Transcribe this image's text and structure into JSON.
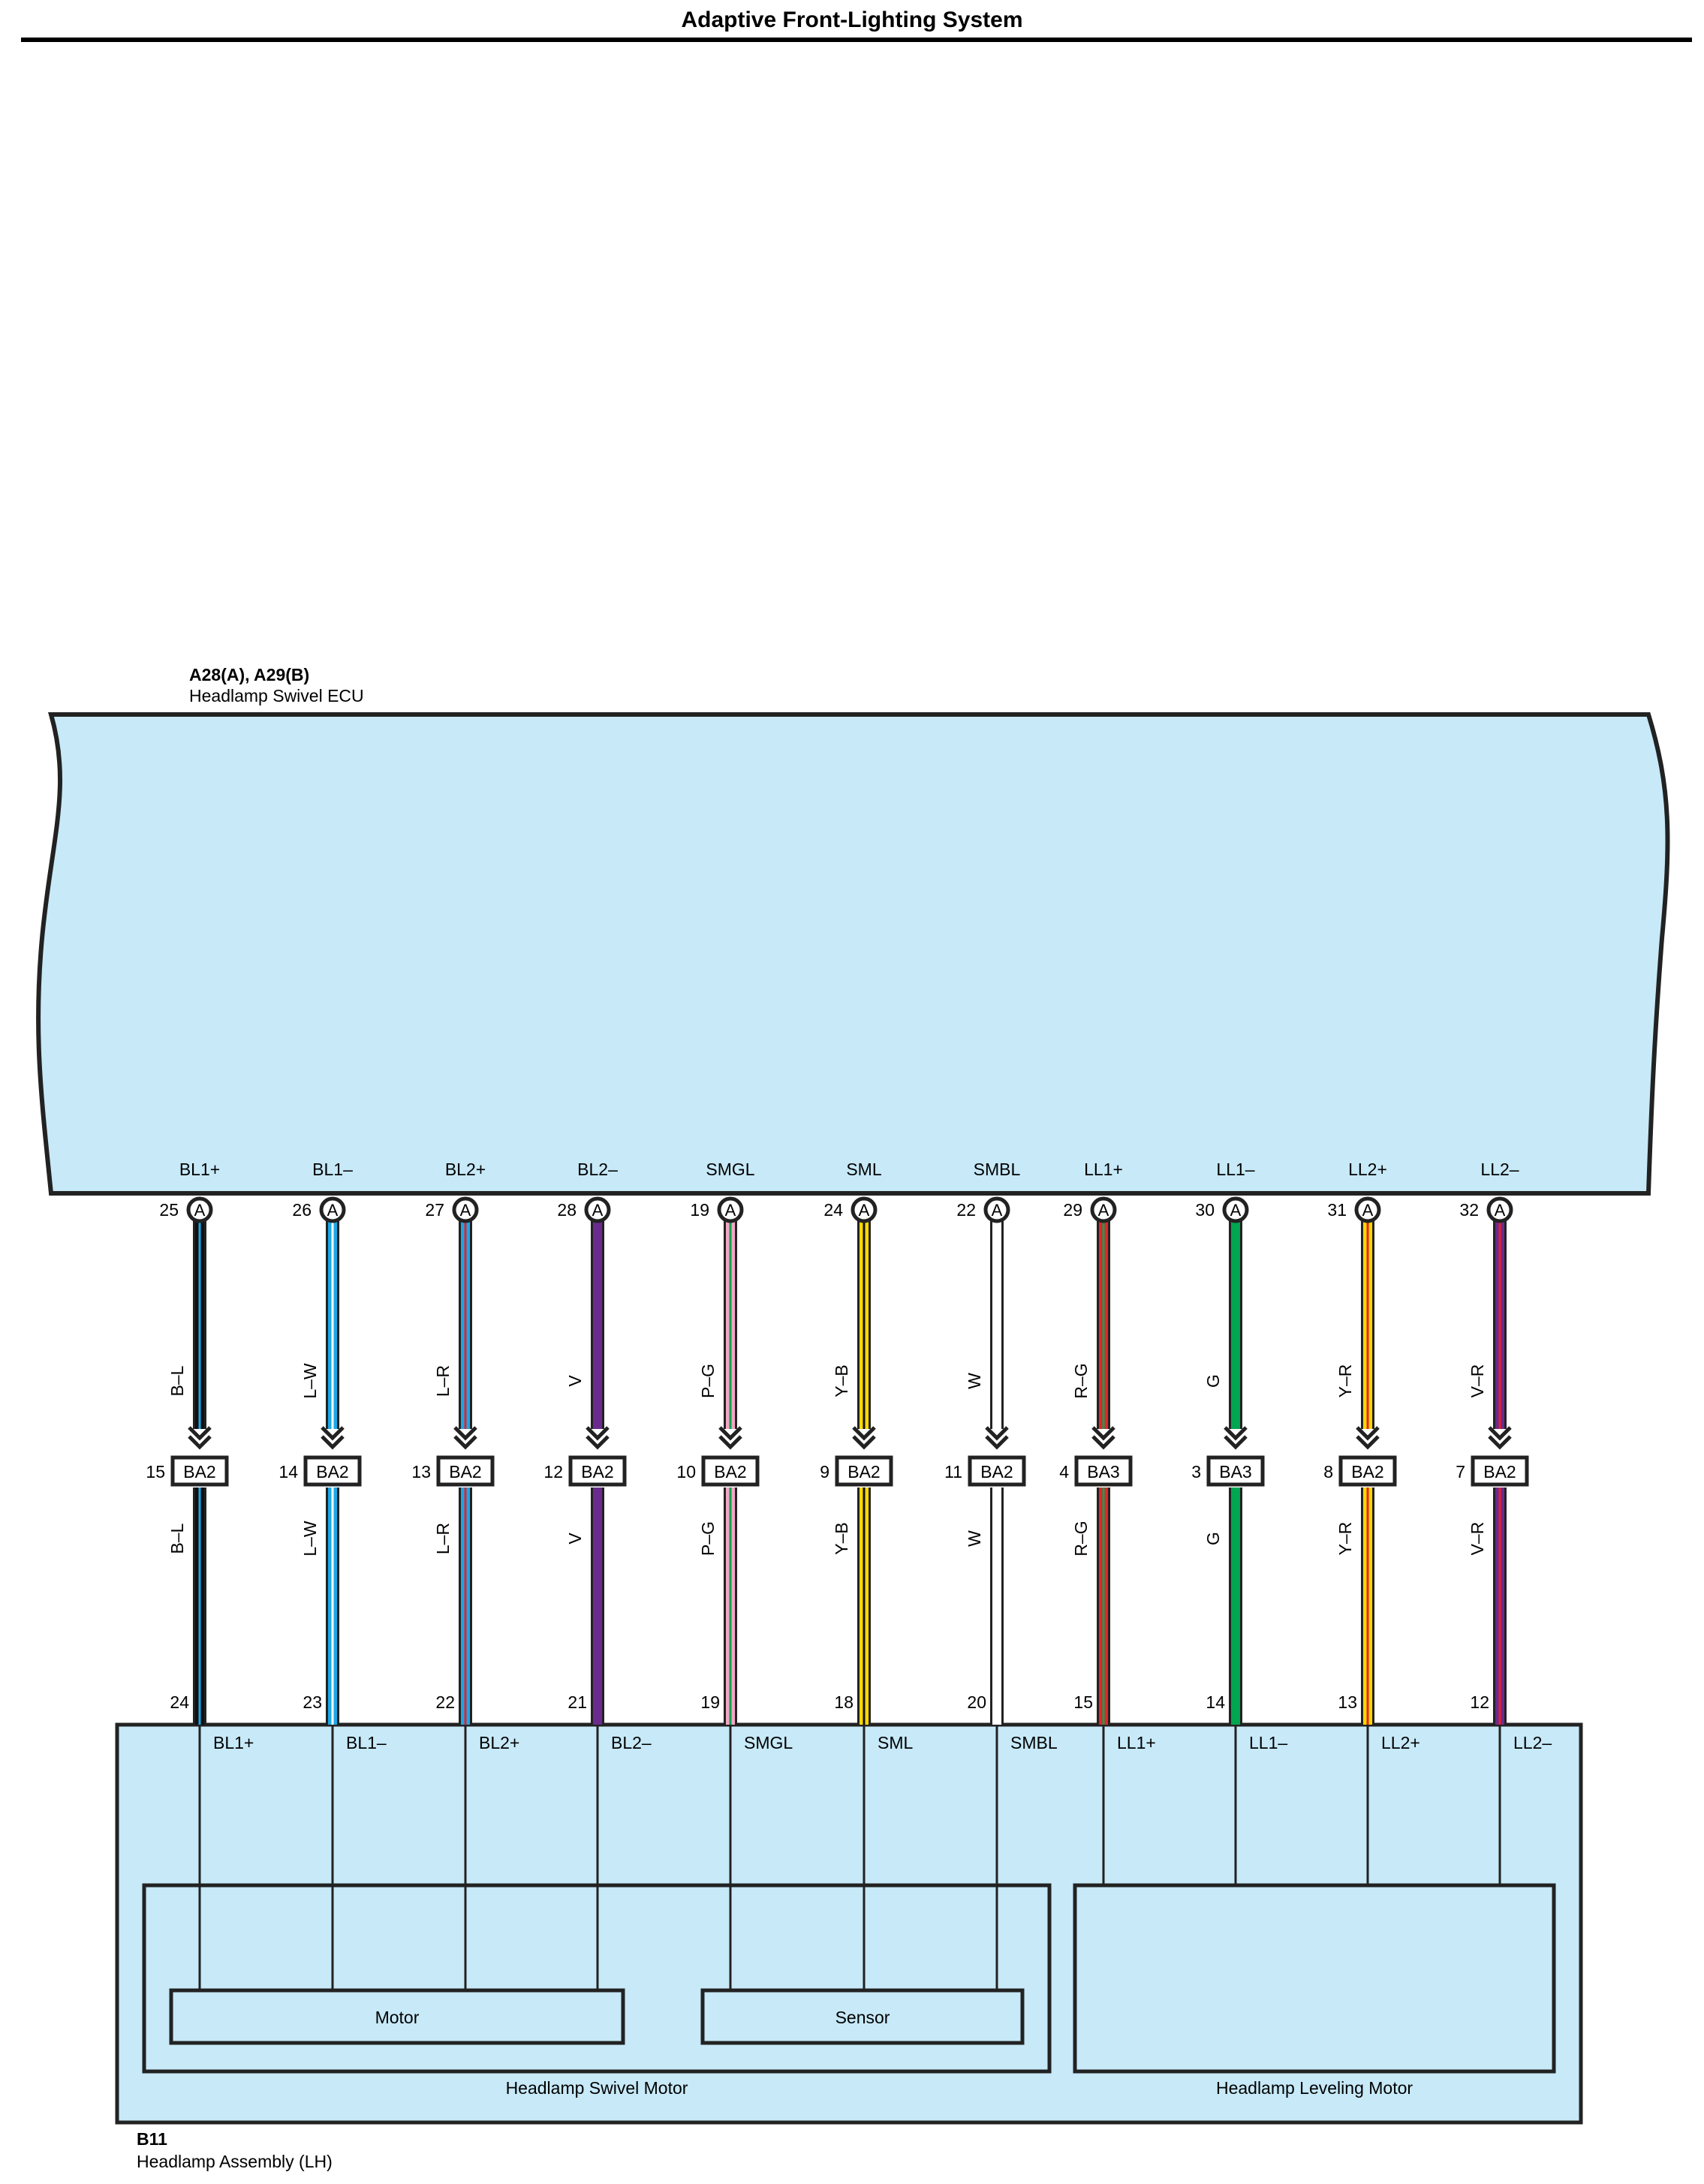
{
  "title": "Adaptive Front-Lighting System",
  "ecu": {
    "code": "A28(A), A29(B)",
    "name": "Headlamp Swivel ECU"
  },
  "assembly": {
    "code": "B11",
    "name": "Headlamp Assembly (LH)"
  },
  "sub_blocks": {
    "swivel_motor": "Headlamp Swivel Motor",
    "leveling_motor": "Headlamp Leveling Motor",
    "motor": "Motor",
    "sensor": "Sensor"
  },
  "colors": {
    "B": "#111111",
    "L": "#1aa7e6",
    "W": "#ffffff",
    "R": "#e6232a",
    "V": "#6b2b8e",
    "P": "#f4a6c4",
    "G": "#00a651",
    "Y": "#ffd800",
    "ecu_fill": "#c7e9f8",
    "line": "#222222"
  },
  "wires": [
    {
      "signal": "BL1+",
      "ecu_pin": "25",
      "ecu_conn": "A",
      "color": "B–L",
      "joint": "BA2",
      "joint_pin": "15",
      "asm_pin": "24",
      "asm_signal": "BL1+"
    },
    {
      "signal": "BL1–",
      "ecu_pin": "26",
      "ecu_conn": "A",
      "color": "L–W",
      "joint": "BA2",
      "joint_pin": "14",
      "asm_pin": "23",
      "asm_signal": "BL1–"
    },
    {
      "signal": "BL2+",
      "ecu_pin": "27",
      "ecu_conn": "A",
      "color": "L–R",
      "joint": "BA2",
      "joint_pin": "13",
      "asm_pin": "22",
      "asm_signal": "BL2+"
    },
    {
      "signal": "BL2–",
      "ecu_pin": "28",
      "ecu_conn": "A",
      "color": "V",
      "joint": "BA2",
      "joint_pin": "12",
      "asm_pin": "21",
      "asm_signal": "BL2–"
    },
    {
      "signal": "SMGL",
      "ecu_pin": "19",
      "ecu_conn": "A",
      "color": "P–G",
      "joint": "BA2",
      "joint_pin": "10",
      "asm_pin": "19",
      "asm_signal": "SMGL"
    },
    {
      "signal": "SML",
      "ecu_pin": "24",
      "ecu_conn": "A",
      "color": "Y–B",
      "joint": "BA2",
      "joint_pin": "9",
      "asm_pin": "18",
      "asm_signal": "SML"
    },
    {
      "signal": "SMBL",
      "ecu_pin": "22",
      "ecu_conn": "A",
      "color": "W",
      "joint": "BA2",
      "joint_pin": "11",
      "asm_pin": "20",
      "asm_signal": "SMBL"
    },
    {
      "signal": "LL1+",
      "ecu_pin": "29",
      "ecu_conn": "A",
      "color": "R–G",
      "joint": "BA3",
      "joint_pin": "4",
      "asm_pin": "15",
      "asm_signal": "LL1+"
    },
    {
      "signal": "LL1–",
      "ecu_pin": "30",
      "ecu_conn": "A",
      "color": "G",
      "joint": "BA3",
      "joint_pin": "3",
      "asm_pin": "14",
      "asm_signal": "LL1–"
    },
    {
      "signal": "LL2+",
      "ecu_pin": "31",
      "ecu_conn": "A",
      "color": "Y–R",
      "joint": "BA2",
      "joint_pin": "8",
      "asm_pin": "13",
      "asm_signal": "LL2+"
    },
    {
      "signal": "LL2–",
      "ecu_pin": "32",
      "ecu_conn": "A",
      "color": "V–R",
      "joint": "BA2",
      "joint_pin": "7",
      "asm_pin": "12",
      "asm_signal": "LL2–"
    }
  ]
}
